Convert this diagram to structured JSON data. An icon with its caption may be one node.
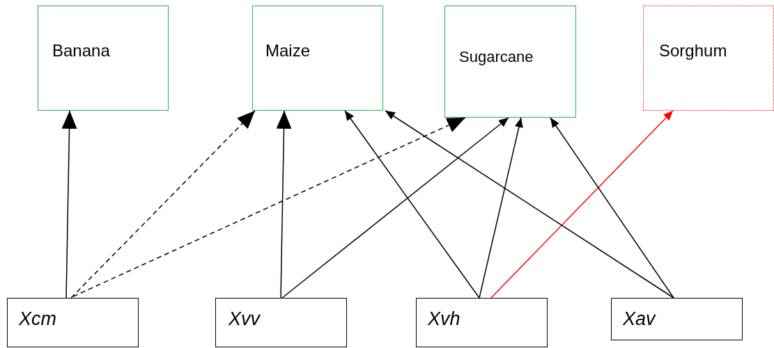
{
  "diagram": {
    "nodes": [
      {
        "text": [
          "Banana"
        ]
      },
      {
        "text": [
          "Maize"
        ]
      },
      {
        "text": [
          "Sugarcane"
        ]
      },
      {
        "text": [
          "Sorghum"
        ]
      },
      {
        "text": [
          "Xcm"
        ]
      },
      {
        "text": [
          "Xvv"
        ]
      },
      {
        "text": [
          "Xvh"
        ]
      },
      {
        "text": [
          "Xav"
        ]
      }
    ],
    "edges": [
      {
        "from": 4,
        "to": 0,
        "arrow": "to"
      },
      {
        "from": 4,
        "to": 1,
        "arrow": "to",
        "style": "dashed"
      },
      {
        "from": 4,
        "to": 2,
        "arrow": "to",
        "style": "dashed"
      },
      {
        "from": 5,
        "to": 1,
        "arrow": "to"
      },
      {
        "from": 5,
        "to": 2,
        "arrow": "to"
      },
      {
        "from": 6,
        "to": 1,
        "arrow": "to"
      },
      {
        "from": 6,
        "to": 2,
        "arrow": "to"
      },
      {
        "from": 6,
        "to": 3,
        "arrow": "to",
        "color": "#ff0000"
      },
      {
        "from": 7,
        "to": 1,
        "arrow": "to"
      },
      {
        "from": 7,
        "to": 2,
        "arrow": "to"
      }
    ]
  }
}
